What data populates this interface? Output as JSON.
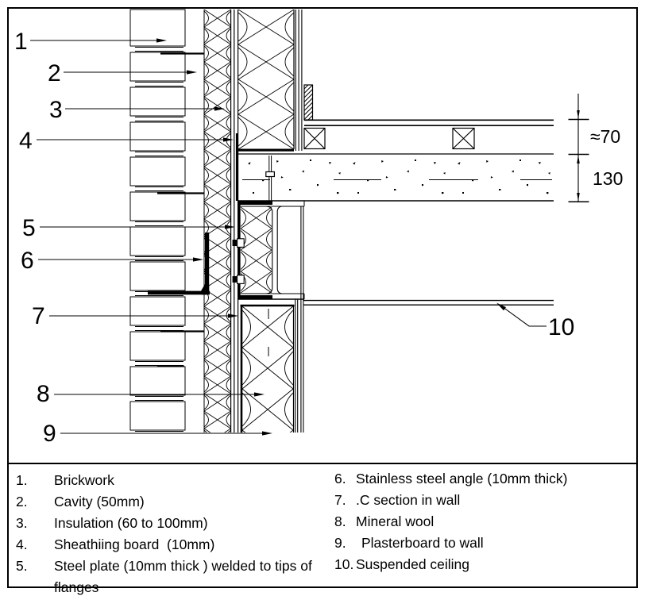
{
  "drawing": {
    "callouts": [
      "1",
      "2",
      "3",
      "4",
      "5",
      "6",
      "7",
      "8",
      "9",
      "10"
    ],
    "dimensions": {
      "floor_buildup": "≈70",
      "slab_depth": "130"
    }
  },
  "legend": {
    "items_left": [
      {
        "num": "1.",
        "label": "Brickwork"
      },
      {
        "num": "2.",
        "label": "Cavity (50mm)"
      },
      {
        "num": "3.",
        "label": "Insulation (60 to 100mm)"
      },
      {
        "num": "4.",
        "label": "Sheathiing board  (10mm)"
      },
      {
        "num": "5.",
        "label": "Steel plate (10mm thick ) welded to tips of flanges"
      }
    ],
    "items_right": [
      {
        "num": "6.",
        "label": "Stainless steel angle (10mm thick)"
      },
      {
        "num": "7.",
        "label": ".C section in wall"
      },
      {
        "num": "8.",
        "label": "Mineral wool"
      },
      {
        "num": "9.",
        "label": "Plasterboard to wall"
      },
      {
        "num": "10.",
        "label": "Suspended ceiling"
      }
    ]
  }
}
